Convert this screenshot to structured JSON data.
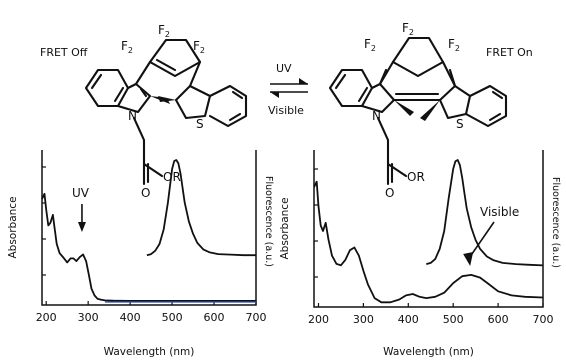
{
  "scheme": {
    "left_state": "FRET Off",
    "right_state": "FRET On",
    "forward_label": "UV",
    "reverse_label": "Visible",
    "substituent_f2": "F",
    "substituent_f2_sub": "2",
    "atom_s": "S",
    "atom_n": "N",
    "atom_o": "O",
    "ester_group": "OR"
  },
  "panels": [
    {
      "y_label_left": "Absorbance",
      "y_label_right": "Fluorescence (a.u.)",
      "x_label": "Wavelength (nm)",
      "annotation": "UV",
      "annotation_x_nm": 290
    },
    {
      "y_label_left": "Absorbance",
      "y_label_right": "Fluorescence (a.u.)",
      "x_label": "Wavelength (nm)",
      "annotation": "Visible",
      "annotation_x_nm": 540
    }
  ],
  "chart_data": [
    {
      "type": "line",
      "xlabel": "Wavelength (nm)",
      "ylabel": "Absorbance",
      "y2label": "Fluorescence (a.u.)",
      "xlim": [
        190,
        700
      ],
      "xticks": [
        200,
        300,
        400,
        500,
        600,
        700
      ],
      "series": [
        {
          "x": [
            190,
            196,
            200,
            205,
            210,
            216,
            220,
            225,
            232,
            240,
            250,
            258,
            265,
            272,
            280,
            288,
            295,
            302,
            308,
            315,
            322,
            330,
            340,
            360,
            400,
            500,
            600,
            700
          ],
          "y": [
            0.78,
            0.82,
            0.7,
            0.58,
            0.6,
            0.66,
            0.56,
            0.44,
            0.37,
            0.34,
            0.3,
            0.33,
            0.33,
            0.31,
            0.34,
            0.36,
            0.31,
            0.2,
            0.1,
            0.05,
            0.025,
            0.018,
            0.012,
            0.01,
            0.008,
            0.008,
            0.008,
            0.008
          ]
        },
        {
          "x": [
            440,
            450,
            460,
            470,
            480,
            490,
            500,
            505,
            510,
            515,
            520,
            525,
            530,
            540,
            550,
            560,
            575,
            590,
            610,
            640,
            670,
            700
          ],
          "y": [
            0.15,
            0.16,
            0.19,
            0.25,
            0.38,
            0.62,
            0.92,
            0.99,
            1.0,
            0.97,
            0.88,
            0.75,
            0.62,
            0.45,
            0.34,
            0.26,
            0.2,
            0.175,
            0.16,
            0.155,
            0.15,
            0.15
          ]
        }
      ]
    },
    {
      "type": "line",
      "xlabel": "Wavelength (nm)",
      "ylabel": "Absorbance",
      "y2label": "Fluorescence (a.u.)",
      "xlim": [
        190,
        700
      ],
      "xticks": [
        200,
        300,
        400,
        500,
        600,
        700
      ],
      "series": [
        {
          "x": [
            190,
            196,
            200,
            205,
            210,
            216,
            222,
            230,
            240,
            250,
            260,
            270,
            280,
            290,
            300,
            310,
            325,
            340,
            360,
            380,
            395,
            410,
            425,
            440,
            460,
            480,
            500,
            520,
            540,
            560,
            580,
            600,
            630,
            660,
            700
          ],
          "y": [
            0.86,
            0.9,
            0.72,
            0.58,
            0.54,
            0.6,
            0.48,
            0.36,
            0.3,
            0.29,
            0.33,
            0.4,
            0.42,
            0.36,
            0.25,
            0.15,
            0.05,
            0.02,
            0.02,
            0.04,
            0.07,
            0.08,
            0.06,
            0.05,
            0.06,
            0.09,
            0.16,
            0.21,
            0.22,
            0.2,
            0.15,
            0.1,
            0.07,
            0.06,
            0.055
          ]
        },
        {
          "x": [
            440,
            450,
            460,
            470,
            480,
            490,
            500,
            505,
            510,
            515,
            520,
            525,
            530,
            540,
            550,
            560,
            575,
            590,
            610,
            640,
            670,
            700
          ],
          "y": [
            0.18,
            0.19,
            0.22,
            0.3,
            0.44,
            0.7,
            0.93,
            0.99,
            1.0,
            0.96,
            0.86,
            0.74,
            0.62,
            0.47,
            0.37,
            0.3,
            0.24,
            0.21,
            0.19,
            0.18,
            0.175,
            0.17
          ]
        }
      ]
    }
  ]
}
